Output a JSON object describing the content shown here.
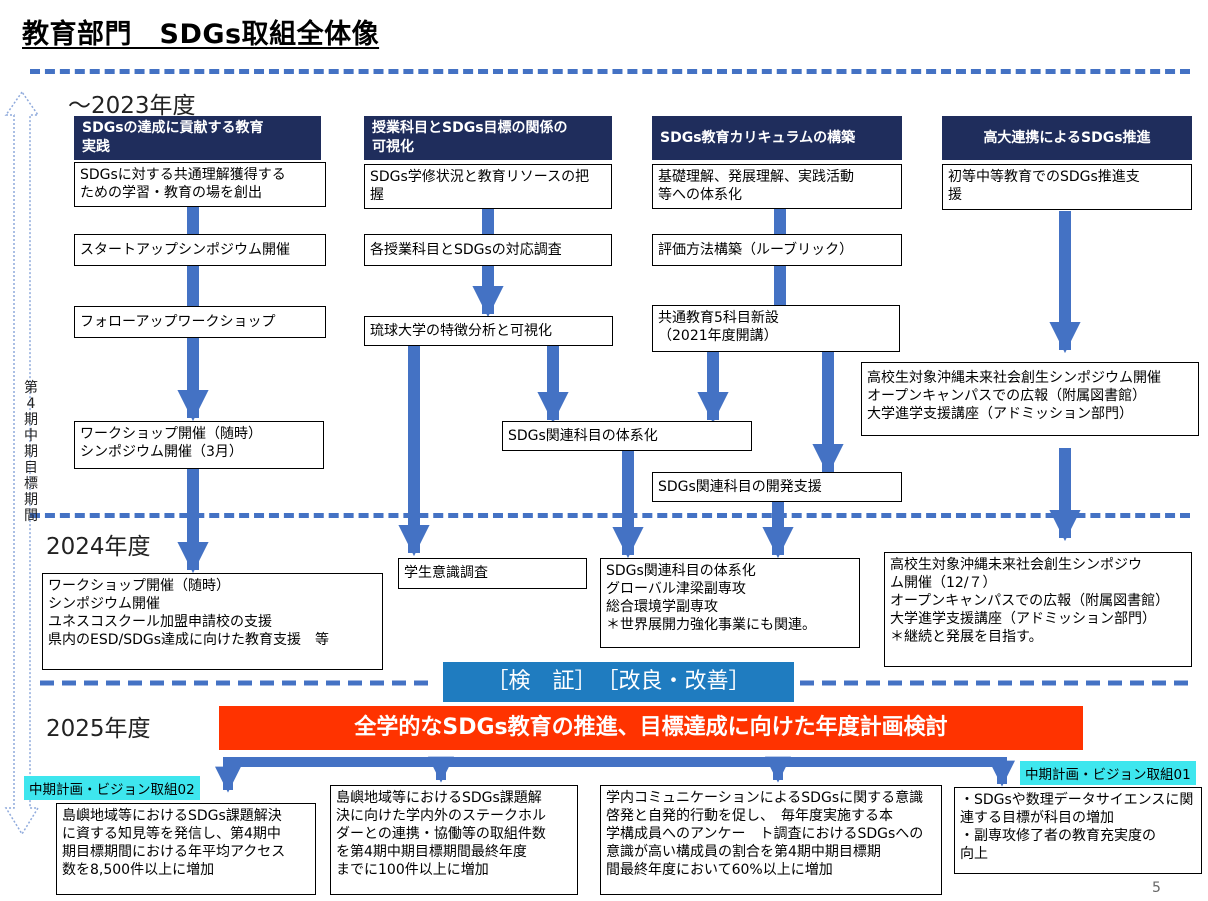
{
  "title": "教育部門　SDGs取組全体像",
  "years": {
    "y2023": "～2023年度",
    "y2024": "2024年度",
    "y2025": "2025年度"
  },
  "side_label": [
    "第",
    "4",
    "期",
    "中",
    "期",
    "目",
    "標",
    "期",
    "間"
  ],
  "columns": {
    "c1": {
      "header": [
        "SDGsの達成に貢献する教育",
        "実践"
      ],
      "b1": [
        "SDGsに対する共通理解獲得する",
        "ための学習・教育の場を創出"
      ],
      "b2": "スタートアップシンポジウム開催",
      "b3": "フォローアップワークショップ",
      "b4": [
        "ワークショップ開催（随時）",
        "シンポジウム開催（3月）"
      ]
    },
    "c2": {
      "header": [
        "授業科目とSDGs目標の関係の",
        "可視化"
      ],
      "b1": [
        "SDGs学修状況と教育リソースの把",
        "握"
      ],
      "b2": "各授業科目とSDGsの対応調査",
      "b3": "琉球大学の特徴分析と可視化"
    },
    "c3": {
      "header": "SDGs教育カリキュラムの構築",
      "b1": [
        "基礎理解、発展理解、実践活動",
        "等への体系化"
      ],
      "b2": "評価方法構築（ルーブリック）",
      "b3": [
        "共通教育5科目新設",
        "（2021年度開講）"
      ]
    },
    "c4": {
      "header": "高大連携によるSDGs推進",
      "b1": [
        "初等中等教育でのSDGs推進支",
        "援"
      ],
      "b2": [
        "高校生対象沖縄未来社会創生シンポジウム開催",
        "オープンキャンパスでの広報（附属図書館）",
        "大学進学支援講座（アドミッション部門）"
      ]
    },
    "mid1": "SDGs関連科目の体系化",
    "mid2": "SDGs関連科目の開発支援"
  },
  "y2024": {
    "a": [
      "ワークショップ開催（随時）",
      "シンポジウム開催",
      "ユネスコスクール加盟申請校の支援",
      "県内のESD/SDGs達成に向けた教育支援　等"
    ],
    "b": "学生意識調査",
    "c": [
      "SDGs関連科目の体系化",
      "グローバル津梁副専攻",
      "総合環境学副専攻",
      "＊世界展開力強化事業にも関連。"
    ],
    "d": [
      "高校生対象沖縄未来社会創生シンポジウ",
      "ム開催（12/７）",
      "オープンキャンパスでの広報（附属図書館）",
      "大学進学支援講座（アドミッション部門）",
      "＊継続と発展を目指す。"
    ]
  },
  "kensho": "［検　証］　［改良・改善］",
  "banner": "全学的なSDGs教育の推進、目標達成に向けた年度計画検討",
  "tags": {
    "t02": "中期計画・ビジョン取組02",
    "t01": "中期計画・ビジョン取組01"
  },
  "y2025": {
    "a": [
      "島嶼地域等におけるSDGs課題解決",
      "に資する知見等を発信し、第4期中",
      "期目標期間における年平均アクセス",
      "数を8,500件以上に増加"
    ],
    "b": [
      "島嶼地域等におけるSDGs課題解",
      "決に向けた学内外のステークホル",
      "ダーとの連携・協働等の取組件数",
      "を第4期中期目標期間最終年度",
      "までに100件以上に増加"
    ],
    "c": [
      "学内コミュニケーションによるSDGsに関する意識",
      "啓発と自発的行動を促し、　毎年度実施する本",
      "学構成員へのアンケー　ト調査におけるSDGsへの",
      "意識が高い構成員の割合を第4期中期目標期",
      "間最終年度において60%以上に増加"
    ],
    "d": [
      "・SDGsや数理データサイエンスに関",
      "連する目標が科目の増加",
      "・副専攻修了者の教育充実度の",
      "向上"
    ]
  },
  "page_number": "5",
  "colors": {
    "header_navy": "#1f2d5c",
    "arrow_blue": "#4472c4",
    "banner_red": "#ff3300",
    "kensho_blue": "#1f7cc0",
    "tag_cyan": "#3ee6ee"
  }
}
